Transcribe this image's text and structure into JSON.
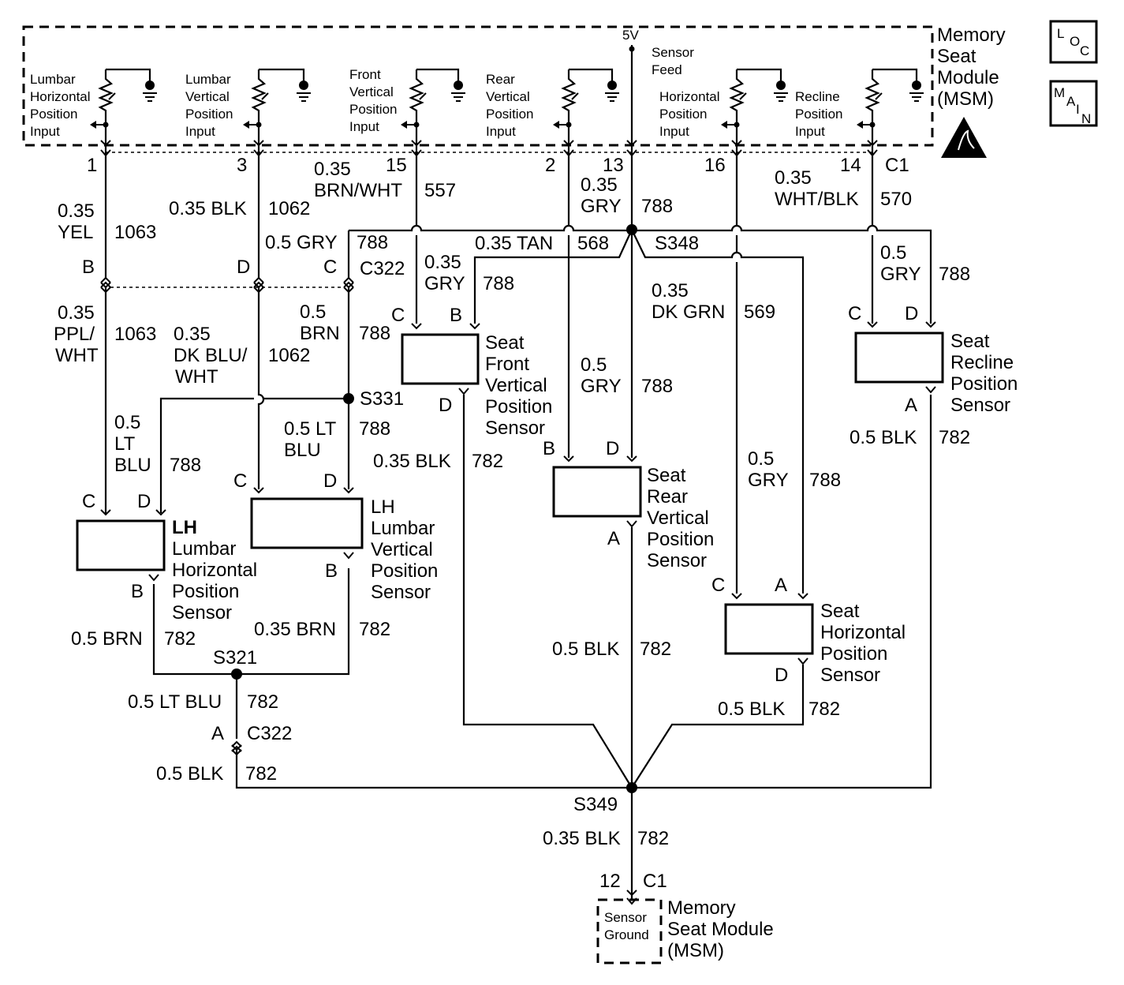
{
  "module": {
    "title_lines": [
      "Memory",
      "Seat",
      "Module",
      "(MSM)"
    ],
    "inputs": [
      {
        "lines": [
          "Lumbar",
          "Horizontal",
          "Position",
          "Input"
        ]
      },
      {
        "lines": [
          "Lumbar",
          "Vertical",
          "Position",
          "Input"
        ]
      },
      {
        "lines": [
          "Front",
          "Vertical",
          "Position",
          "Input"
        ]
      },
      {
        "lines": [
          "Rear",
          "Vertical",
          "Position",
          "Input"
        ]
      },
      {
        "lines": [
          "Horizontal",
          "Position",
          "Input"
        ]
      },
      {
        "lines": [
          "Recline",
          "Position",
          "Input"
        ]
      }
    ],
    "feed_voltage": "5V",
    "feed_lines": [
      "Sensor",
      "Feed"
    ],
    "pins": [
      "1",
      "3",
      "15",
      "2",
      "13",
      "16",
      "14"
    ],
    "connector": "C1"
  },
  "side_icons": {
    "loc": [
      "L",
      "O",
      "C"
    ],
    "main": [
      "M",
      "A",
      "I",
      "N"
    ]
  },
  "wires": {
    "w1063_top": [
      "0.35",
      "YEL",
      "1063"
    ],
    "w1062_top": [
      "0.35 BLK",
      "1062"
    ],
    "w557": [
      "0.35",
      "BRN/WHT",
      "557"
    ],
    "w788_13": [
      "0.35",
      "GRY",
      "788"
    ],
    "w570": [
      "0.35",
      "WHT/BLK",
      "570"
    ],
    "w788_c": [
      "0.5 GRY",
      "788"
    ],
    "w568": [
      "0.35 TAN",
      "568"
    ],
    "w788_front": [
      "0.35",
      "GRY",
      "788"
    ],
    "w569": [
      "0.35",
      "DK GRN",
      "569"
    ],
    "w788_recline": [
      "0.5",
      "GRY",
      "788"
    ],
    "w1063_bot": [
      "0.35",
      "PPL/",
      "WHT",
      "1063"
    ],
    "w1062_bot": [
      "0.35",
      "DK BLU/",
      "WHT",
      "1062"
    ],
    "w788_bot": [
      "0.5",
      "BRN",
      "788"
    ],
    "w788_rear": [
      "0.5",
      "GRY",
      "788"
    ],
    "w788_lhhoriz": [
      "0.5",
      "LT",
      "BLU",
      "788"
    ],
    "w788_lhvert": [
      "0.5 LT",
      "BLU",
      "788"
    ],
    "w782_front": [
      "0.35 BLK",
      "782"
    ],
    "w788_horiz": [
      "0.5",
      "GRY",
      "788"
    ],
    "w782_recline": [
      "0.5 BLK",
      "782"
    ],
    "w782_lhh": [
      "0.5 BRN",
      "782"
    ],
    "w782_lhv": [
      "0.35 BRN",
      "782"
    ],
    "w782_rear": [
      "0.5 BLK",
      "782"
    ],
    "w782_s321": [
      "0.5 LT BLU",
      "782"
    ],
    "w782_horiz": [
      "0.5 BLK",
      "782"
    ],
    "w782_c322": [
      "0.5 BLK",
      "782"
    ],
    "w782_main": [
      "0.35 BLK",
      "782"
    ]
  },
  "connectors": {
    "c322": "C322",
    "c322_pins": [
      "B",
      "D",
      "C"
    ],
    "c322_low_pin": "A",
    "gnd_pin": "12",
    "gnd_conn": "C1"
  },
  "splices": [
    "S348",
    "S331",
    "S321",
    "S349"
  ],
  "sensors": {
    "front": {
      "lines": [
        "Seat",
        "Front",
        "Vertical",
        "Position",
        "Sensor"
      ],
      "pins": [
        "C",
        "B",
        "D"
      ]
    },
    "recline": {
      "lines": [
        "Seat",
        "Recline",
        "Position",
        "Sensor"
      ],
      "pins": [
        "C",
        "D",
        "A"
      ]
    },
    "rear": {
      "lines": [
        "Seat",
        "Rear",
        "Vertical",
        "Position",
        "Sensor"
      ],
      "pins": [
        "B",
        "D",
        "A"
      ]
    },
    "lh_horizontal": {
      "lines": [
        "LH",
        "Lumbar",
        "Horizontal",
        "Position",
        "Sensor"
      ],
      "pins": [
        "C",
        "D",
        "B"
      ]
    },
    "lh_vertical": {
      "lines": [
        "LH",
        "Lumbar",
        "Vertical",
        "Position",
        "Sensor"
      ],
      "pins": [
        "C",
        "D",
        "B"
      ]
    },
    "horizontal": {
      "lines": [
        "Seat",
        "Horizontal",
        "Position",
        "Sensor"
      ],
      "pins": [
        "C",
        "A",
        "D"
      ]
    }
  },
  "ground_module": {
    "inner": [
      "Sensor",
      "Ground"
    ],
    "title_lines": [
      "Memory",
      "Seat Module",
      "(MSM)"
    ]
  }
}
